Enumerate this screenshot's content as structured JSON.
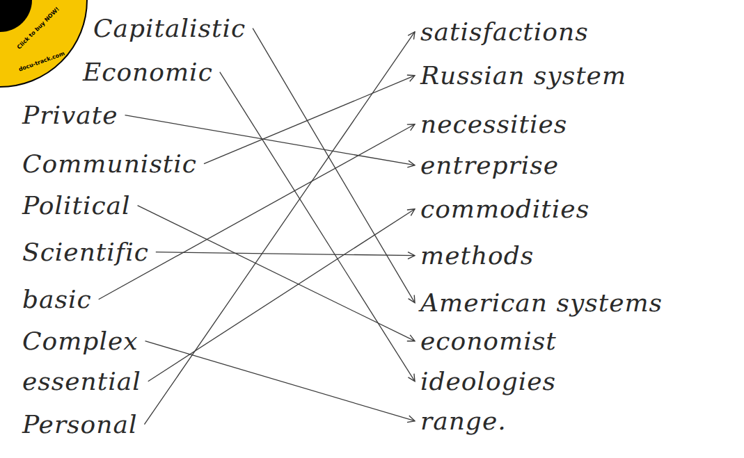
{
  "diagram": {
    "nodes": [
      {
        "text": [
          "Capitalistic"
        ]
      },
      {
        "text": [
          "Economic"
        ]
      },
      {
        "text": [
          "Private"
        ]
      },
      {
        "text": [
          "Communistic"
        ]
      },
      {
        "text": [
          "Political"
        ]
      },
      {
        "text": [
          "Scientific"
        ]
      },
      {
        "text": [
          "basic"
        ]
      },
      {
        "text": [
          "Complex"
        ]
      },
      {
        "text": [
          "essential"
        ]
      },
      {
        "text": [
          "Personal"
        ]
      },
      {
        "text": [
          "satisfactions"
        ]
      },
      {
        "text": [
          "Russian system"
        ]
      },
      {
        "text": [
          "necessities"
        ]
      },
      {
        "text": [
          "entreprise"
        ]
      },
      {
        "text": [
          "commodities"
        ]
      },
      {
        "text": [
          "methods"
        ]
      },
      {
        "text": [
          "American systems"
        ]
      },
      {
        "text": [
          "economist"
        ]
      },
      {
        "text": [
          "ideologies"
        ]
      },
      {
        "text": [
          "range."
        ]
      }
    ],
    "edges": [
      {
        "from": 0,
        "to": 16,
        "arrow": "to"
      },
      {
        "from": 1,
        "to": 18,
        "arrow": "to"
      },
      {
        "from": 2,
        "to": 13,
        "arrow": "to"
      },
      {
        "from": 3,
        "to": 11,
        "arrow": "to"
      },
      {
        "from": 4,
        "to": 17,
        "arrow": "to"
      },
      {
        "from": 5,
        "to": 15,
        "arrow": "to"
      },
      {
        "from": 6,
        "to": 12,
        "arrow": "to"
      },
      {
        "from": 7,
        "to": 19,
        "arrow": "to"
      },
      {
        "from": 8,
        "to": 14,
        "arrow": "to"
      },
      {
        "from": 9,
        "to": 10,
        "arrow": "to"
      }
    ],
    "labels": [
      "Click to buy NOW!",
      "docu-track.com"
    ]
  }
}
